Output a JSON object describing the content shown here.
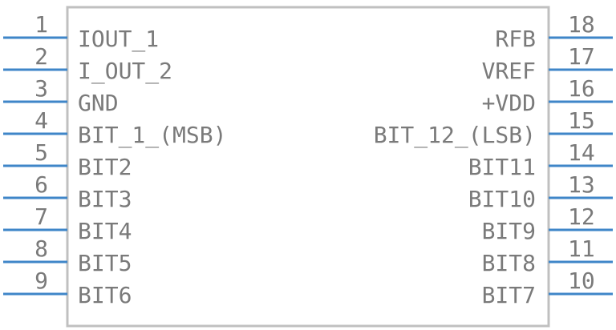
{
  "component": {
    "body_color": "#c0c0c0",
    "pin_color": "#3f86c8",
    "text_color": "#7a7a7a",
    "left_pins": [
      {
        "number": "1",
        "label": "IOUT_1"
      },
      {
        "number": "2",
        "label": "I_OUT_2"
      },
      {
        "number": "3",
        "label": "GND"
      },
      {
        "number": "4",
        "label": "BIT_1_(MSB)"
      },
      {
        "number": "5",
        "label": "BIT2"
      },
      {
        "number": "6",
        "label": "BIT3"
      },
      {
        "number": "7",
        "label": "BIT4"
      },
      {
        "number": "8",
        "label": "BIT5"
      },
      {
        "number": "9",
        "label": "BIT6"
      }
    ],
    "right_pins": [
      {
        "number": "18",
        "label": "RFB"
      },
      {
        "number": "17",
        "label": "VREF"
      },
      {
        "number": "16",
        "label": "+VDD"
      },
      {
        "number": "15",
        "label": "BIT_12_(LSB)"
      },
      {
        "number": "14",
        "label": "BIT11"
      },
      {
        "number": "13",
        "label": "BIT10"
      },
      {
        "number": "12",
        "label": "BIT9"
      },
      {
        "number": "11",
        "label": "BIT8"
      },
      {
        "number": "10",
        "label": "BIT7"
      }
    ]
  }
}
